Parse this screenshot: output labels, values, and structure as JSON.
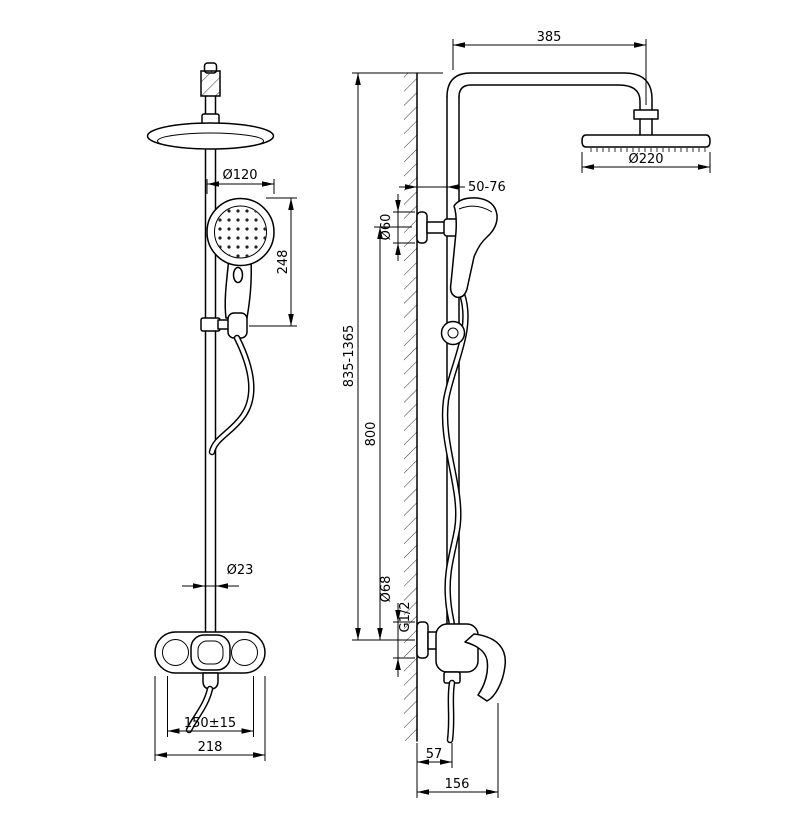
{
  "drawing": {
    "front_view": {
      "hand_shower_diameter": "Ø120",
      "hand_shower_length": "248",
      "pipe_diameter": "Ø23",
      "connection_spacing": "150±15",
      "body_width": "218"
    },
    "side_view": {
      "arm_reach": "385",
      "head_diameter": "Ø220",
      "wall_distance": "50-76",
      "top_escutcheon_diameter": "Ø60",
      "height_range": "835-1365",
      "bar_height": "800",
      "bottom_escutcheon_diameter": "Ø68",
      "thread_size": "G1/2",
      "outlet_wall_distance": "57",
      "handle_wall_distance": "156"
    }
  }
}
